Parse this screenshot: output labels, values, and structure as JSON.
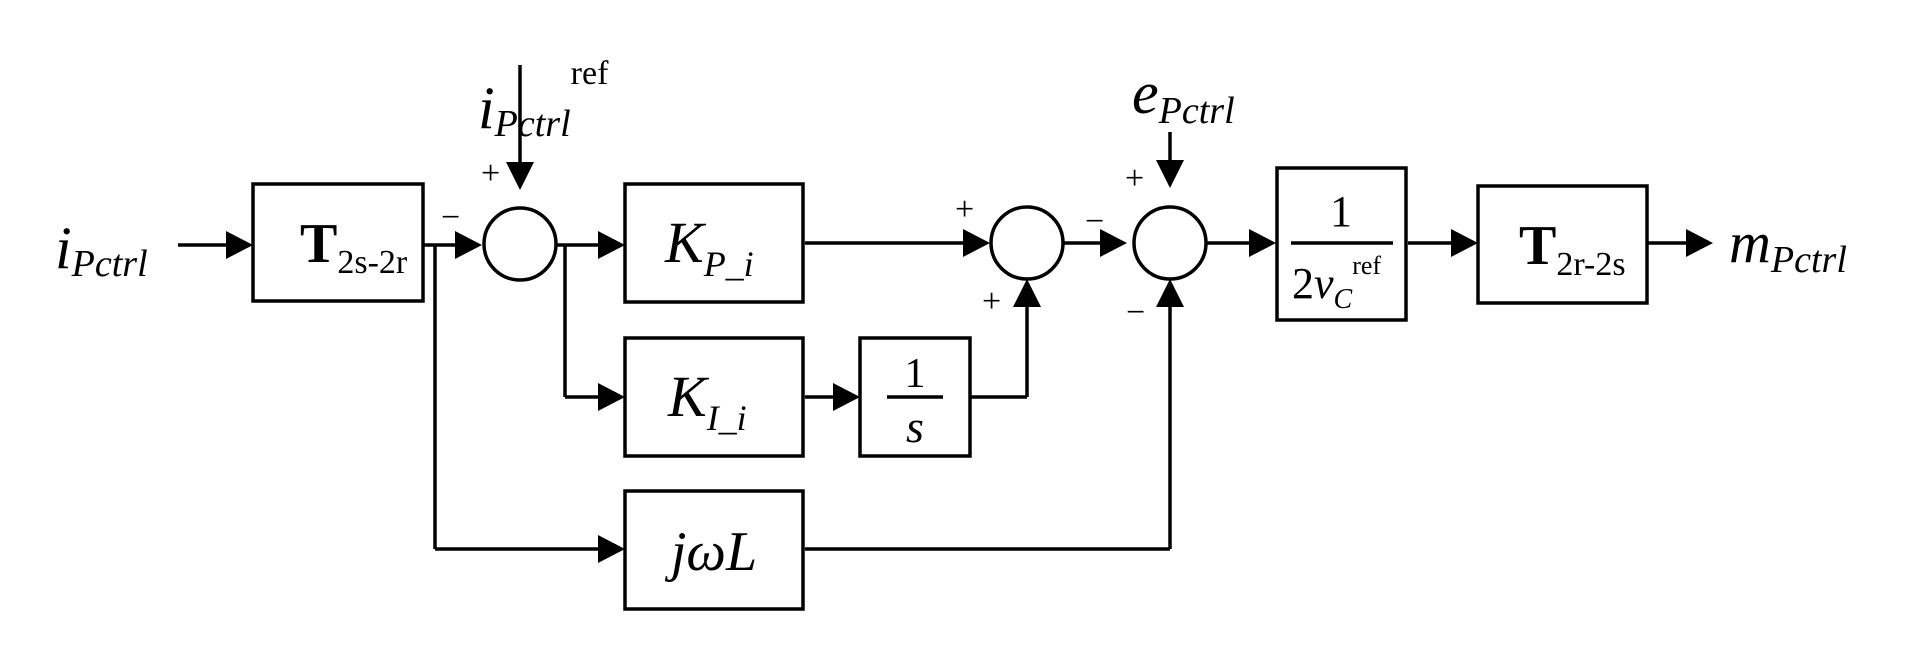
{
  "signals": {
    "input": {
      "main": "i",
      "sub": "Pctrl"
    },
    "reference": {
      "main": "i",
      "sub": "Pctrl",
      "sup": "ref"
    },
    "disturbance": {
      "main": "e",
      "sub": "Pctrl"
    },
    "output": {
      "main": "m",
      "sub": "Pctrl"
    }
  },
  "blocks": {
    "t2s2r": {
      "main": "T",
      "sub": "2s-2r"
    },
    "kp": {
      "main": "K",
      "sub": "P_i"
    },
    "ki": {
      "main": "K",
      "sub": "I_i"
    },
    "integrator": {
      "num": "1",
      "den": "s"
    },
    "jwl": {
      "label": "jωL"
    },
    "gain": {
      "num": "1",
      "den_prefix": "2",
      "den_var": "v",
      "den_sub": "C",
      "den_sup": "ref"
    },
    "t2r2s": {
      "main": "T",
      "sub": "2r-2s"
    }
  },
  "signs": {
    "sum1_left": "−",
    "sum1_top": "+",
    "sum2_top": "+",
    "sum2_bottom": "+",
    "sum3_left": "−",
    "sum3_top": "+",
    "sum3_bottom": "−"
  }
}
